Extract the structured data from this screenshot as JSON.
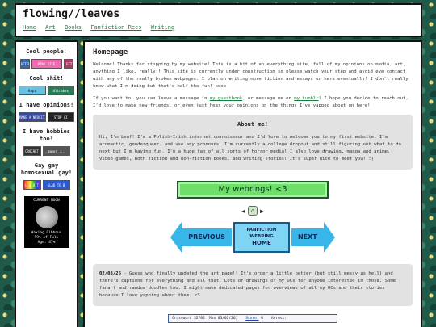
{
  "header": {
    "title": "flowing//leaves",
    "nav": [
      "Home",
      "Art",
      "Books",
      "Fanfiction Recs",
      "Writing"
    ]
  },
  "sidebar": {
    "sections": [
      {
        "heading": "Cool people!",
        "buttons": [
          "AFTER AYEJO",
          "PINK SITE",
          "LEFT"
        ]
      },
      {
        "heading": "Cool shit!",
        "buttons": [
          "Kapi",
          "Ultrabox"
        ]
      },
      {
        "heading": "I have opinions!",
        "buttons": [
          "MAKE A NEOCITIES",
          "STOP AI"
        ]
      },
      {
        "heading": "I have hobbies too!",
        "buttons": [
          "CROCHET",
          "gamer ..."
        ]
      },
      {
        "heading": "Gay gay homosexual gay!",
        "buttons": [
          "L G B T",
          "GLAD TO B"
        ]
      }
    ],
    "moon": {
      "label": "CURRENT MOON",
      "phase": "Waxing Gibbous",
      "illum": "99% of Full",
      "age": "Age: 47%"
    }
  },
  "main": {
    "heading": "Homepage",
    "intro": "Welcome! Thanks for stopping by my website! This is a bit of an everything site, full of my opinions on media, art, anything I like, really!! This site is currently under construction so please watch your step and avoid eye contact with any of the really broken webpages. I plan on writing more fiction and essays on here eventually! I don't really know what I'm doing but that's half the fun! xoxo",
    "contact_pre": "If you want to, you can leave a message in ",
    "guestbook_link": "my guestbook",
    "contact_mid": ", or message me on ",
    "tumblr_link": "my tumblr",
    "contact_post": "! I hope you decide to reach out, I'd love to make new friends, or even just hear your opinions on the things I've yapped about on here!",
    "about": {
      "title": "About me!",
      "text": "Hi, I'm Leaf! I'm a Polish-Irish internet connoisseur and I'd love to welcome you to my first website. I'm aromantic, genderqueer, and use any pronouns. I'm currently a college dropout and still figuring out what to do next but I'm having fun. I'm a huge fan of all sorts of horror media! I also love drawing, manga and anime, video games, both fiction and non-fiction books, and writing stories! It's super nice to meet you! :)"
    },
    "webrings_label": "My webrings! <3",
    "fanfic_ring": {
      "prev": "PREVIOUS",
      "center_top": "FANFICTION",
      "center_mid": "WEBRING",
      "center_bottom": "HOME",
      "next": "NEXT"
    },
    "update": {
      "date": "02/03/26",
      "text": " - Guess who finally updated the art page!! It's order a little better (but still messy as hell) and there's captions for everything and all that! Lots of drawings of my OCs for anyone interested in those. Some fanart and random doodles too. I might make dedicated pages for overviews of all my OCs and their stories because I love yapping about them. <3"
    },
    "crossword": {
      "title": "Crossword 32786 (Mon 03/02/26)",
      "score_label": "Score:",
      "score_value": "0",
      "across": "Across:"
    }
  }
}
